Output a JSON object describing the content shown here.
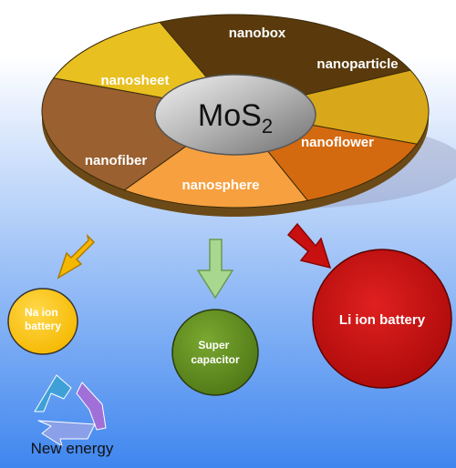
{
  "center_label": {
    "base": "MoS",
    "subscript": "2"
  },
  "segments": [
    {
      "label": "nanobox",
      "color": "#5a3a0c"
    },
    {
      "label": "nanoparticle",
      "color": "#d9a81a"
    },
    {
      "label": "nanoflower",
      "color": "#d46a10"
    },
    {
      "label": "nanosphere",
      "color": "#f7a040"
    },
    {
      "label": "nanofiber",
      "color": "#9a6030"
    },
    {
      "label": "nanosheet",
      "color": "#e8c020"
    }
  ],
  "applications": [
    {
      "label_lines": [
        "Na ion",
        "battery"
      ],
      "color": "#f5b800",
      "arrow_color": "#f5b800"
    },
    {
      "label_lines": [
        "Super",
        "capacitor"
      ],
      "color": "#5e8a1c",
      "arrow_color": "#a8d890"
    },
    {
      "label_lines": [
        "Li ion battery"
      ],
      "color": "#c81010",
      "arrow_color": "#c81010"
    }
  ],
  "new_energy": {
    "label": "New energy",
    "icon": "recycle-icon",
    "colors": [
      "#3fa0d8",
      "#8aa0e8",
      "#a070d8"
    ]
  },
  "background": {
    "top": "#ffffff",
    "bottom": "#3f86ef"
  }
}
